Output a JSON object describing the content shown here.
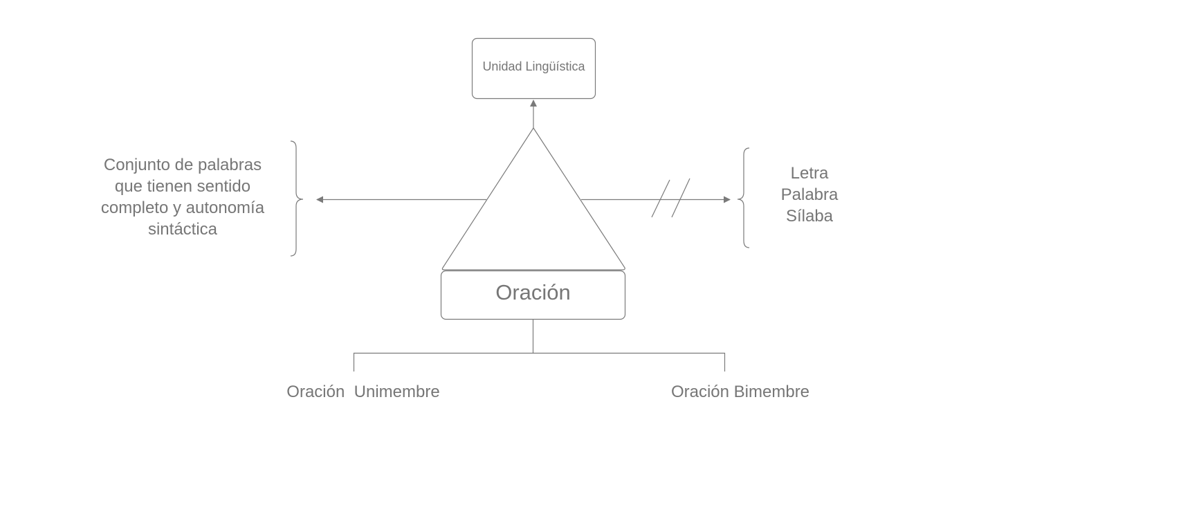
{
  "nodes": {
    "top": "Unidad Lingüística",
    "center": "Oración",
    "left_definition": [
      "Conjunto de palabras",
      "que tienen sentido",
      "completo y autonomía",
      "sintáctica"
    ],
    "right_not": [
      "Letra",
      "Palabra",
      "Sílaba"
    ],
    "child_left": "Oración  Unimembre",
    "child_right": "Oración Bimembre"
  },
  "colors": {
    "stroke": "#7a7a7a",
    "text": "#767676"
  }
}
